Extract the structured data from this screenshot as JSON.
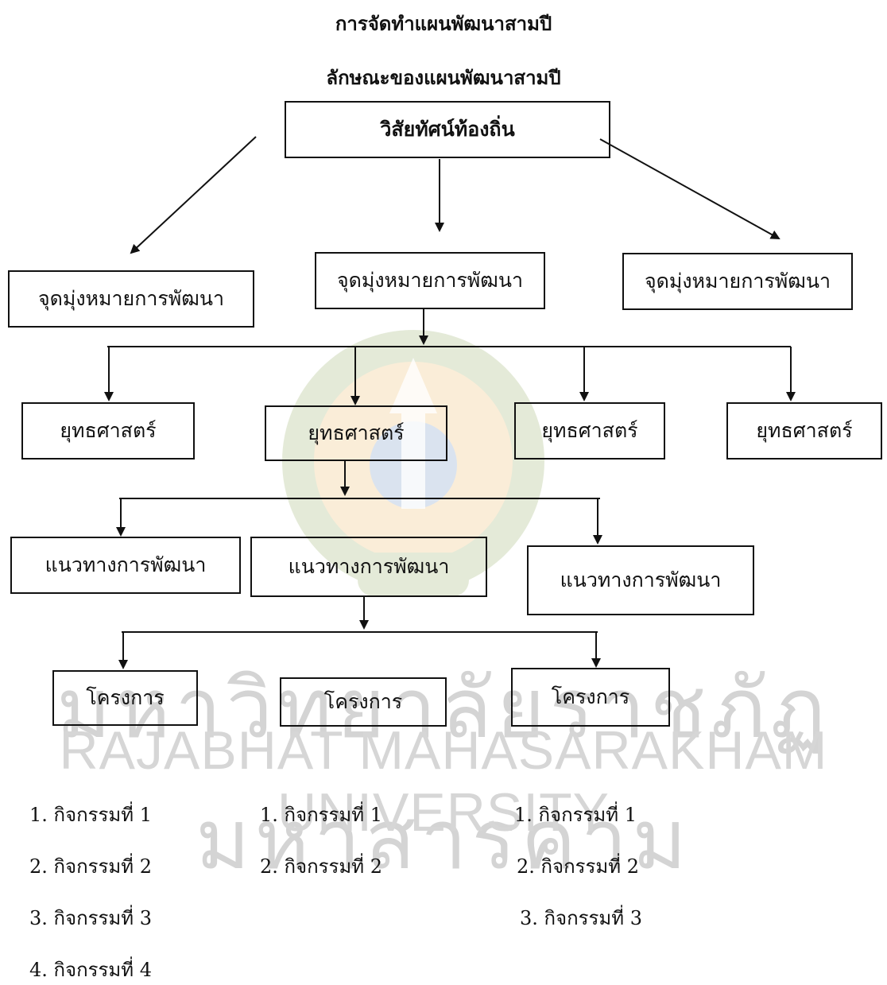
{
  "titles": {
    "main": "การจัดทำแผนพัฒนาสามปี",
    "sub": "ลักษณะของแผนพัฒนาสามปี"
  },
  "vision": {
    "label": "วิสัยทัศน์ท้องถิ่น"
  },
  "goals": [
    {
      "label": "จุดมุ่งหมายการพัฒนา"
    },
    {
      "label": "จุดมุ่งหมายการพัฒนา"
    },
    {
      "label": "จุดมุ่งหมายการพัฒนา"
    }
  ],
  "strategies": [
    {
      "label": "ยุทธศาสตร์"
    },
    {
      "label": "ยุทธศาสตร์"
    },
    {
      "label": "ยุทธศาสตร์"
    },
    {
      "label": "ยุทธศาสตร์"
    }
  ],
  "approaches": [
    {
      "label": "แนวทางการพัฒนา"
    },
    {
      "label": "แนวทางการพัฒนา"
    },
    {
      "label": "แนวทางการพัฒนา"
    }
  ],
  "projects": [
    {
      "label": "โครงการ",
      "activities": [
        "1. กิจกรรมที่ 1",
        "2. กิจกรรมที่ 2",
        "3. กิจกรรมที่ 3",
        "4. กิจกรรมที่ 4"
      ]
    },
    {
      "label": "โครงการ",
      "activities": [
        "1. กิจกรรมที่ 1",
        "2. กิจกรรมที่ 2"
      ]
    },
    {
      "label": "โครงการ",
      "activities": [
        "1. กิจกรรมที่ 1",
        "2. กิจกรรมที่ 2",
        "3. กิจกรรมที่ 3"
      ]
    }
  ],
  "watermark": {
    "thai": "มหาวิทยาลัยราชภัฏมหาสารคาม",
    "english": "RAJABHAT MAHASARAKHAM UNIVERSITY"
  },
  "colors": {
    "ink": "#111111",
    "watermark_text": "#d4d4d4",
    "logo_green": "#6f8f2e",
    "logo_orange": "#e8a030",
    "logo_blue": "#3a6aa8"
  }
}
